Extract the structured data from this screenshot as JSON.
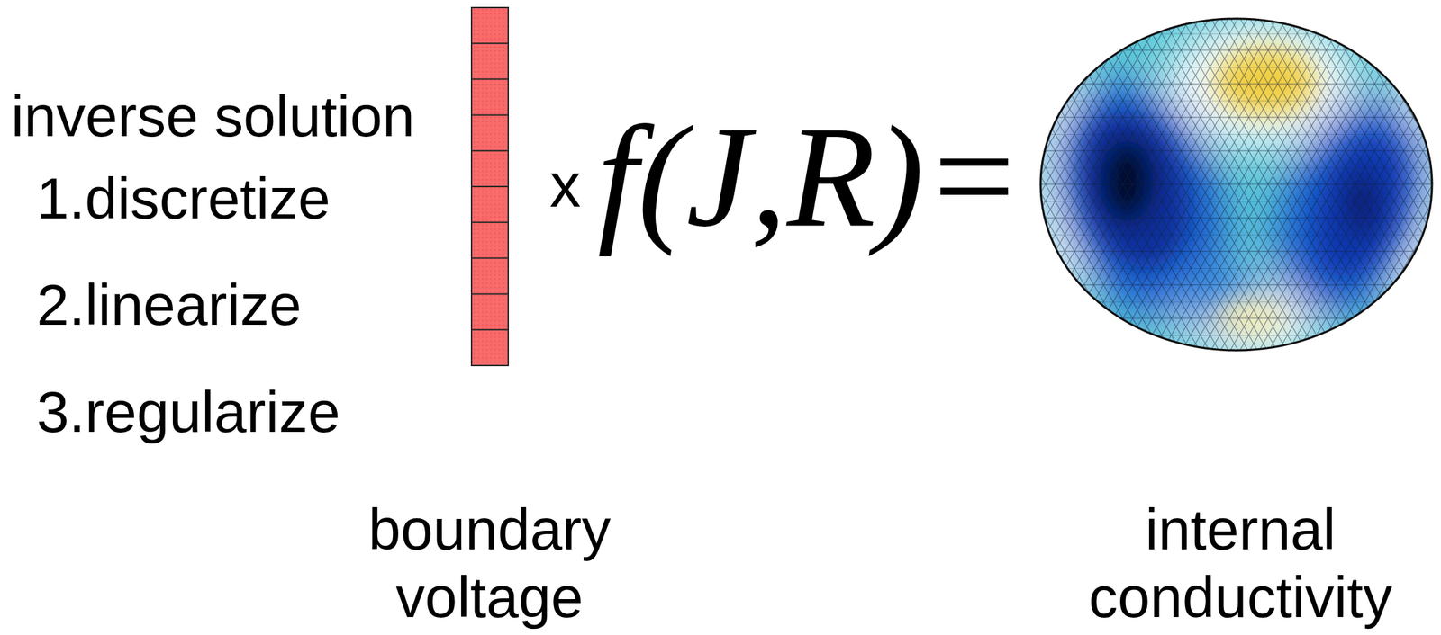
{
  "diagram": {
    "labels": [
      "inverse solution",
      "1.discretize",
      "2.linearize",
      "3.regularize",
      "x",
      "f(J,R)=",
      "boundary voltage",
      "internal conductivity"
    ]
  }
}
